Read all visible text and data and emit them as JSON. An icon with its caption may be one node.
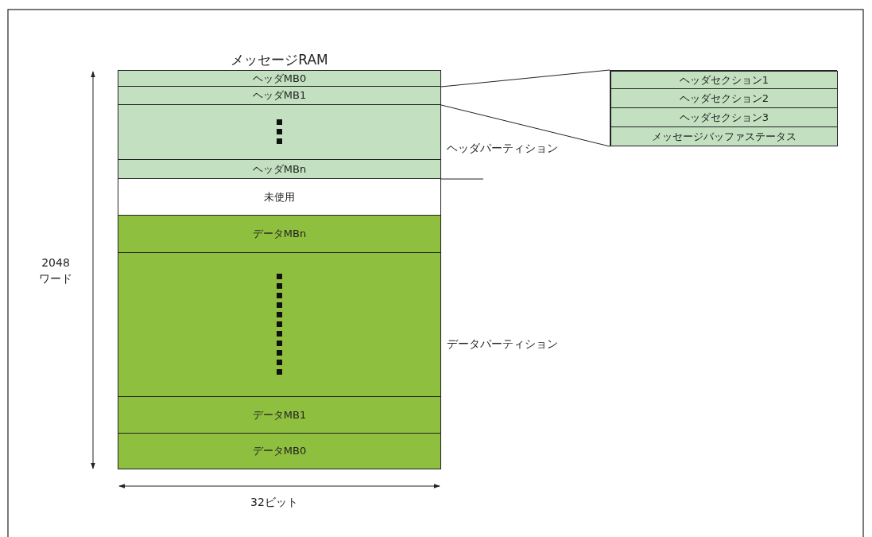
{
  "diagram": {
    "nodes": [
      {
        "text": [
          "メッセージRAM"
        ]
      },
      {
        "text": [
          "ヘッダMB0"
        ],
        "in": 0
      },
      {
        "text": [
          "ヘッダMB1"
        ],
        "in": 0
      },
      {
        "text": [],
        "shape": "box",
        "in": 0
      },
      {
        "text": [
          "ヘッダMBn"
        ],
        "in": 0
      },
      {
        "text": [
          "未使用"
        ],
        "in": 0
      },
      {
        "text": [
          "データMBn"
        ],
        "in": 0
      },
      {
        "text": [],
        "shape": "box",
        "in": 0
      },
      {
        "text": [
          "データMB1"
        ],
        "in": 0
      },
      {
        "text": [
          "データMB0"
        ],
        "in": 0
      },
      {
        "text": [],
        "shape": "box"
      },
      {
        "text": [
          "ヘッダセクション1"
        ],
        "in": 10
      },
      {
        "text": [
          "ヘッダセクション2"
        ],
        "in": 10
      },
      {
        "text": [
          "ヘッダセクション3"
        ],
        "in": 10
      },
      {
        "text": [
          "メッセージバッファステータス"
        ],
        "in": 10
      }
    ],
    "edges": [
      {
        "from": 2,
        "to": 10,
        "arrow": "none"
      },
      {
        "from": 2,
        "to": 10,
        "arrow": "none"
      }
    ],
    "labels": [
      "ヘッダパーティション",
      "データパーティション",
      "2048 ワード",
      "32ビット"
    ]
  }
}
